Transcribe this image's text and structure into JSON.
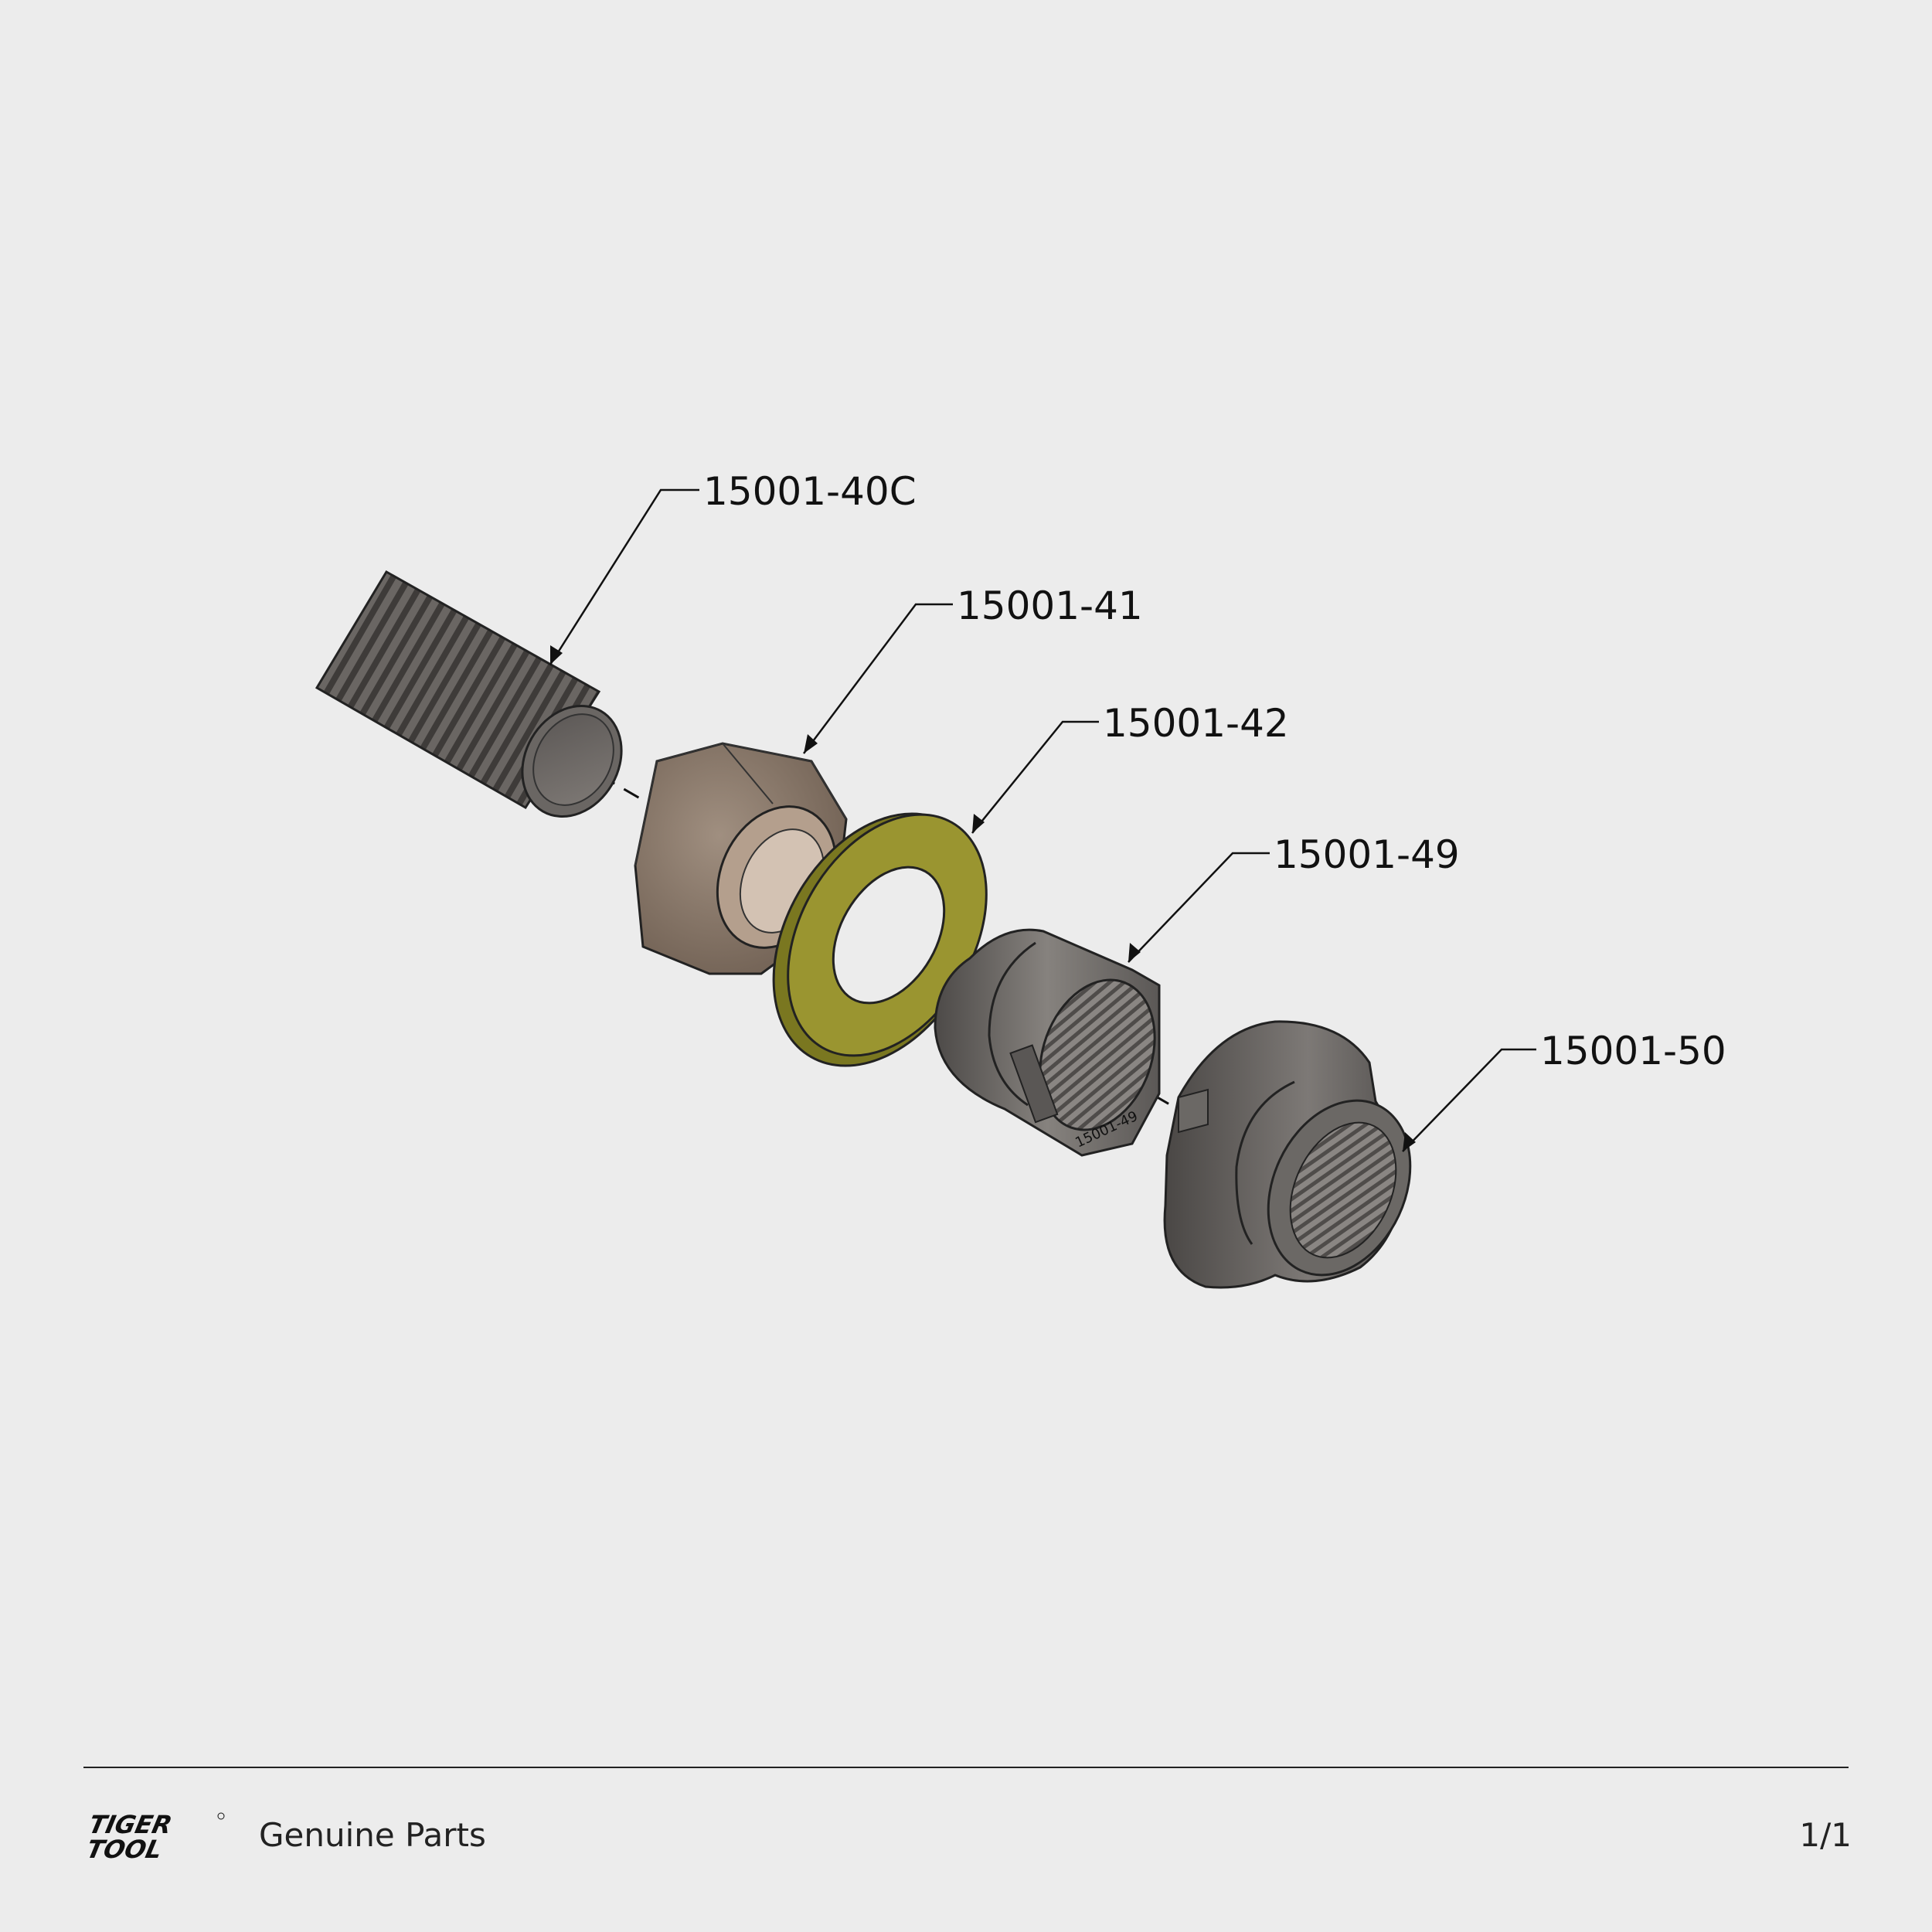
{
  "callouts": {
    "stud": "15001-40C",
    "hex_nut": "15001-41",
    "washer": "15001-42",
    "bushing": "15001-49",
    "flange_sleeve": "15001-50"
  },
  "part_marking": "15001-49",
  "logo": {
    "line1": "TIGER",
    "line2": "TOOL"
  },
  "footer": {
    "brand_text": "Genuine Parts",
    "page": "1/1"
  },
  "colors": {
    "background": "#ececec",
    "stud": "#6e6a66",
    "hex_nut": "#8c7a6b",
    "washer": "#8e8a26",
    "bushing": "#6f6c69",
    "flange_sleeve": "#5b5856"
  }
}
